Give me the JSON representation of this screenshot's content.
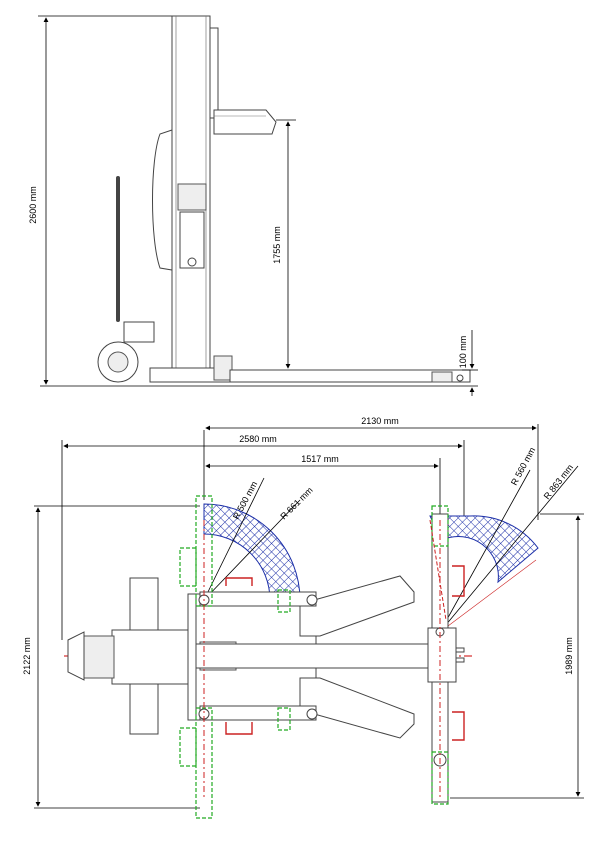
{
  "side_view": {
    "dim_total_height": "2600 mm",
    "dim_lift_height": "1755 mm",
    "dim_fork_height": "100 mm"
  },
  "top_view": {
    "dim_overall_width": "2130 mm",
    "dim_overall_length": "2580 mm",
    "dim_axle_spacing": "1517 mm",
    "dim_left_depth": "2122 mm",
    "dim_right_depth": "1989 mm",
    "radius_left_inner": "R 500 mm",
    "radius_left_outer": "R 661 mm",
    "radius_right_inner": "R 560 mm",
    "radius_right_outer": "R 863 mm"
  },
  "colors": {
    "turn_zone": "#1c2fa8",
    "centerline": "#cc0000",
    "wheel_outline": "#22aa22",
    "handle": "#cc2222"
  }
}
